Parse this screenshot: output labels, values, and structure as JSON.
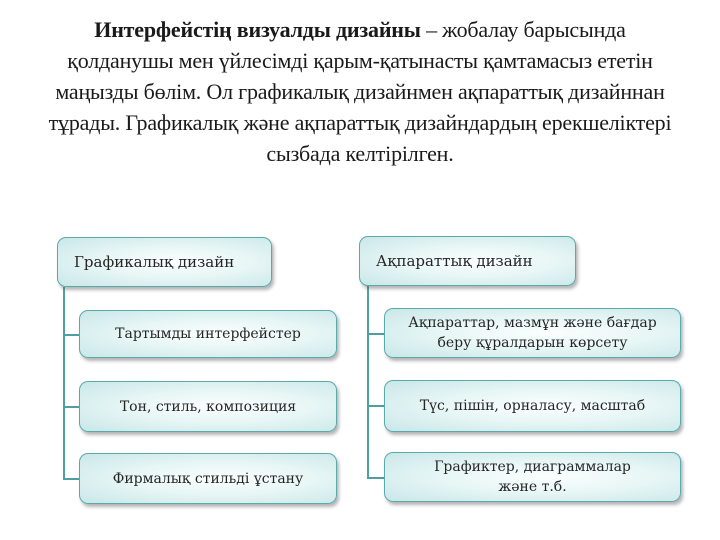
{
  "intro": {
    "bold": "Интерфейстің визуалды дизайны",
    "rest": " – жобалау барысында қолданушы мен үйлесімді қарым-қатынасты қамтамасыз ететін маңызды бөлім. Ол графикалық дизайнмен ақпараттық дизайннан тұрады. Графикалық және ақпараттық дизайндардың ерекшеліктері сызбада келтірілген."
  },
  "diagram": {
    "left": {
      "title": "Графикалық дизайн",
      "items": [
        "Тартымды интерфейстер",
        "Тон, стиль, композиция",
        "Фирмалық стильді ұстану"
      ]
    },
    "right": {
      "title": "Ақпараттық дизайн",
      "items": [
        "Ақпараттар, мазмұн және бағдар беру құралдарын көрсету",
        "Түс, пішін, орналасу, масштаб",
        "Графиктер, диаграммалар және т.б."
      ]
    }
  }
}
